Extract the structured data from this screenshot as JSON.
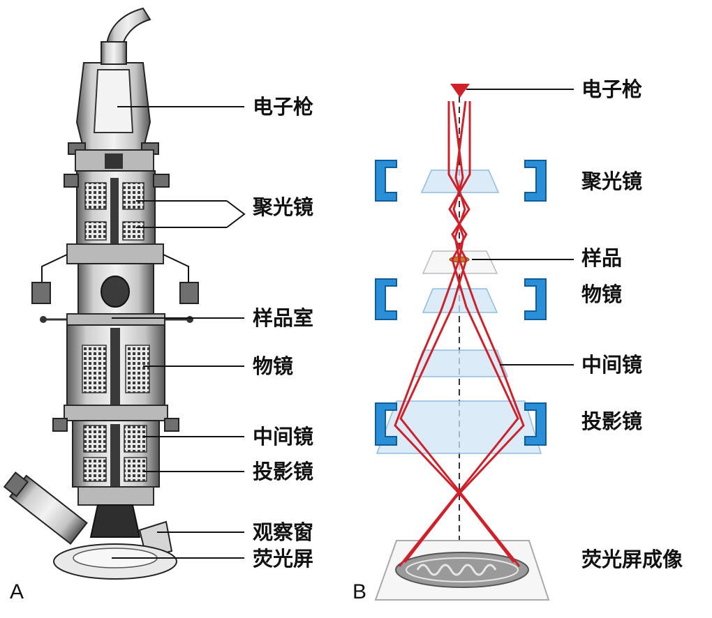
{
  "panel_a": {
    "letter": "A",
    "labels": {
      "electron_gun": "电子枪",
      "condenser": "聚光镜",
      "specimen_chamber": "样品室",
      "objective": "物镜",
      "intermediate": "中间镜",
      "projector": "投影镜",
      "viewing_window": "观察窗",
      "screen": "荧光屏"
    }
  },
  "panel_b": {
    "letter": "B",
    "labels": {
      "electron_gun": "电子枪",
      "condenser": "聚光镜",
      "specimen": "样品",
      "objective": "物镜",
      "intermediate": "中间镜",
      "projector": "投影镜",
      "screen_image": "荧光屏成像"
    }
  },
  "colors": {
    "ray": "#d0202a",
    "lens_glass": "#cfe5f6",
    "pole_piece": "#2a8fd6",
    "specimen": "#c47a2c"
  }
}
